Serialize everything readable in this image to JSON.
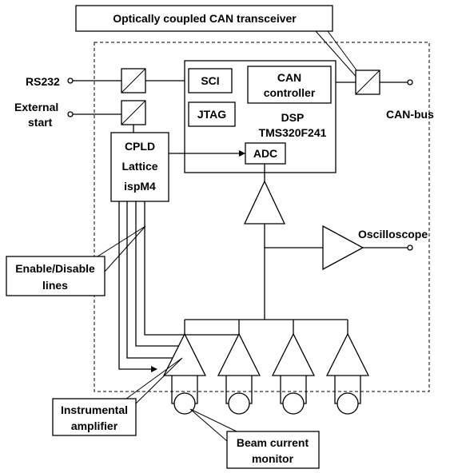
{
  "diagram": {
    "callouts": {
      "transceiver": "Optically coupled CAN transceiver",
      "enable_lines_1": "Enable/Disable",
      "enable_lines_2": "lines",
      "amplifier_1": "Instrumental",
      "amplifier_2": "amplifier",
      "beam_monitor_1": "Beam current",
      "beam_monitor_2": "monitor"
    },
    "ports": {
      "rs232": "RS232",
      "external_start_1": "External",
      "external_start_2": "start",
      "can_bus": "CAN-bus",
      "oscilloscope": "Oscilloscope"
    },
    "dsp": {
      "sci": "SCI",
      "jtag": "JTAG",
      "can_controller_1": "CAN",
      "can_controller_2": "controller",
      "name_1": "DSP",
      "name_2": "TMS320F241",
      "adc": "ADC"
    },
    "cpld": {
      "line_1": "CPLD",
      "line_2": "Lattice",
      "line_3": "ispM4"
    }
  }
}
